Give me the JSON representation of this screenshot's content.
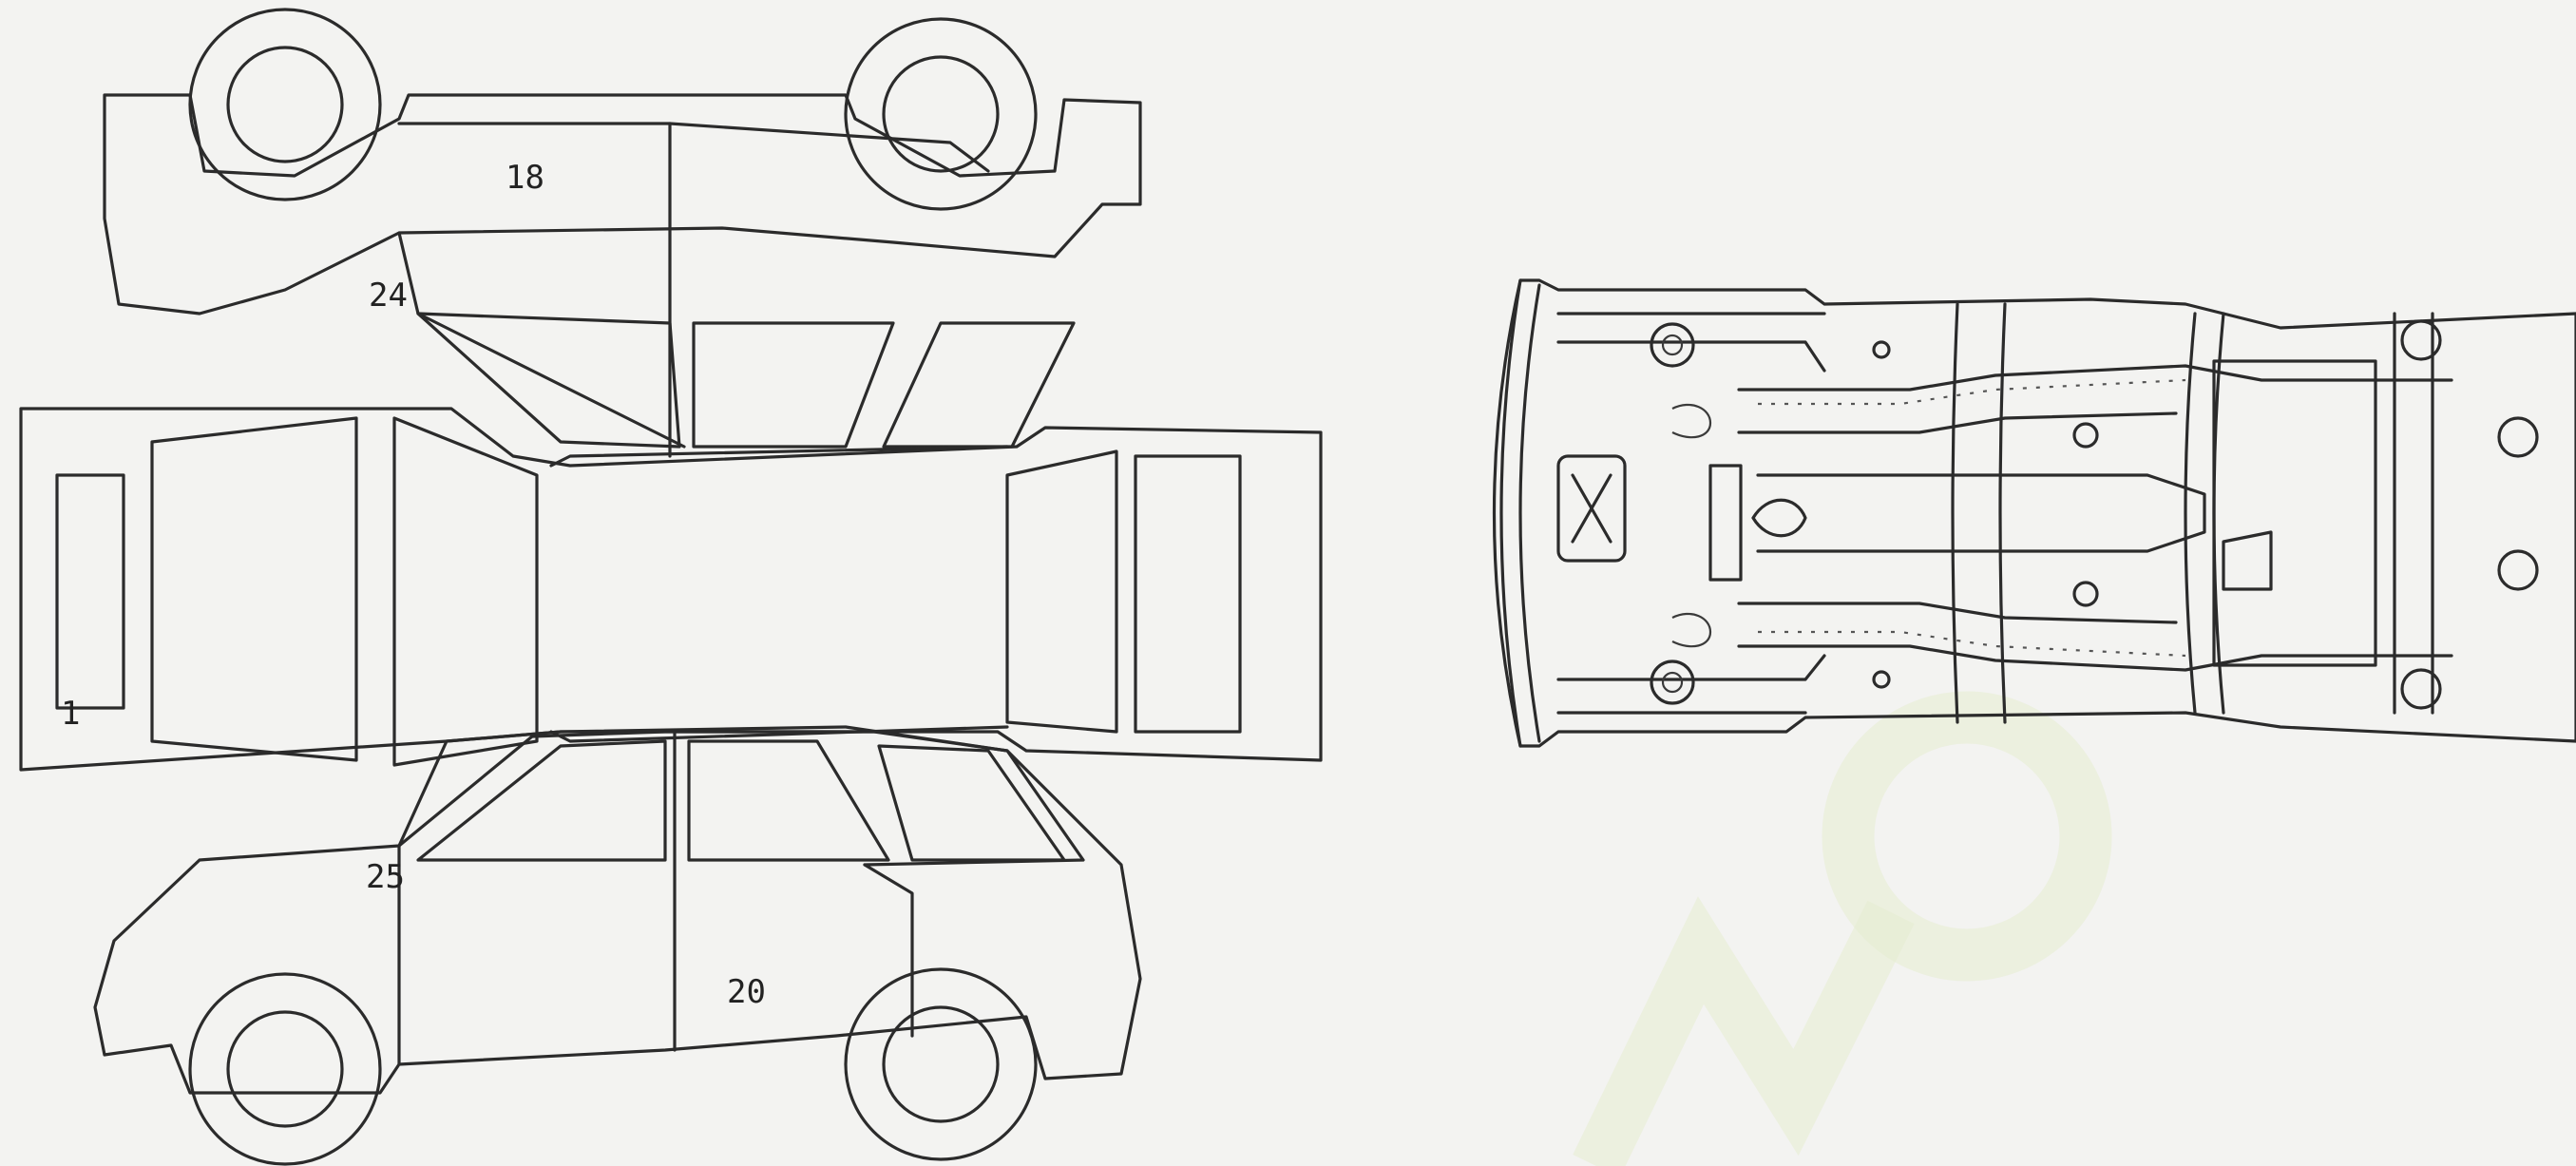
{
  "diagram": {
    "callouts": [
      {
        "id": "c18",
        "text": "18"
      },
      {
        "id": "c24",
        "text": "24"
      },
      {
        "id": "c1",
        "text": "1"
      },
      {
        "id": "c25",
        "text": "25"
      },
      {
        "id": "c20",
        "text": "20"
      }
    ],
    "colors": {
      "line": "#2b2b2b",
      "background": "#f3f3f1"
    }
  }
}
